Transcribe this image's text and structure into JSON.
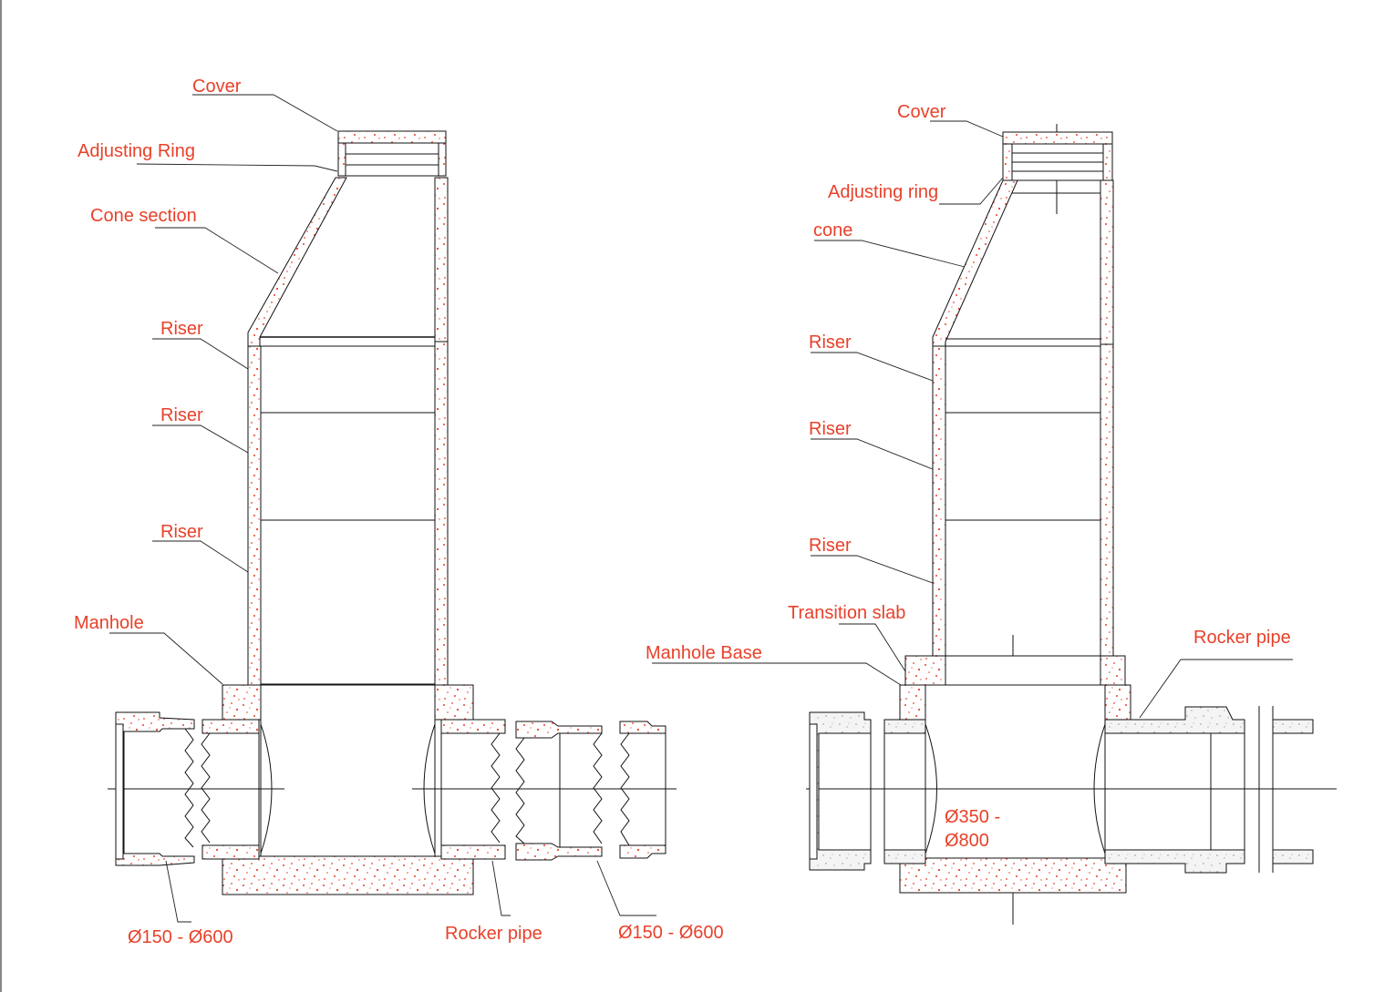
{
  "left_drawing": {
    "labels": {
      "cover": "Cover",
      "adjusting_ring": "Adjusting Ring",
      "cone_section": "Cone section",
      "riser_1": "Riser",
      "riser_2": "Riser",
      "riser_3": "Riser",
      "manhole": "Manhole",
      "pipe_diameter_left": "Ø150 - Ø600",
      "rocker_pipe": "Rocker pipe",
      "pipe_diameter_right": "Ø150 - Ø600"
    }
  },
  "right_drawing": {
    "labels": {
      "cover": "Cover",
      "adjusting_ring": "Adjusting ring",
      "cone": "cone",
      "riser_1": "Riser",
      "riser_2": "Riser",
      "riser_3": "Riser",
      "transition_slab": "Transition slab",
      "manhole_base": "Manhole Base",
      "rocker_pipe": "Rocker pipe",
      "shaft_diameter_line1": "Ø350 -",
      "shaft_diameter_line2": "Ø800"
    }
  },
  "colors": {
    "label": "#e8412a",
    "line": "#111111",
    "concrete_speck": "#e8412a",
    "grey_speck": "#9a9a9a"
  }
}
